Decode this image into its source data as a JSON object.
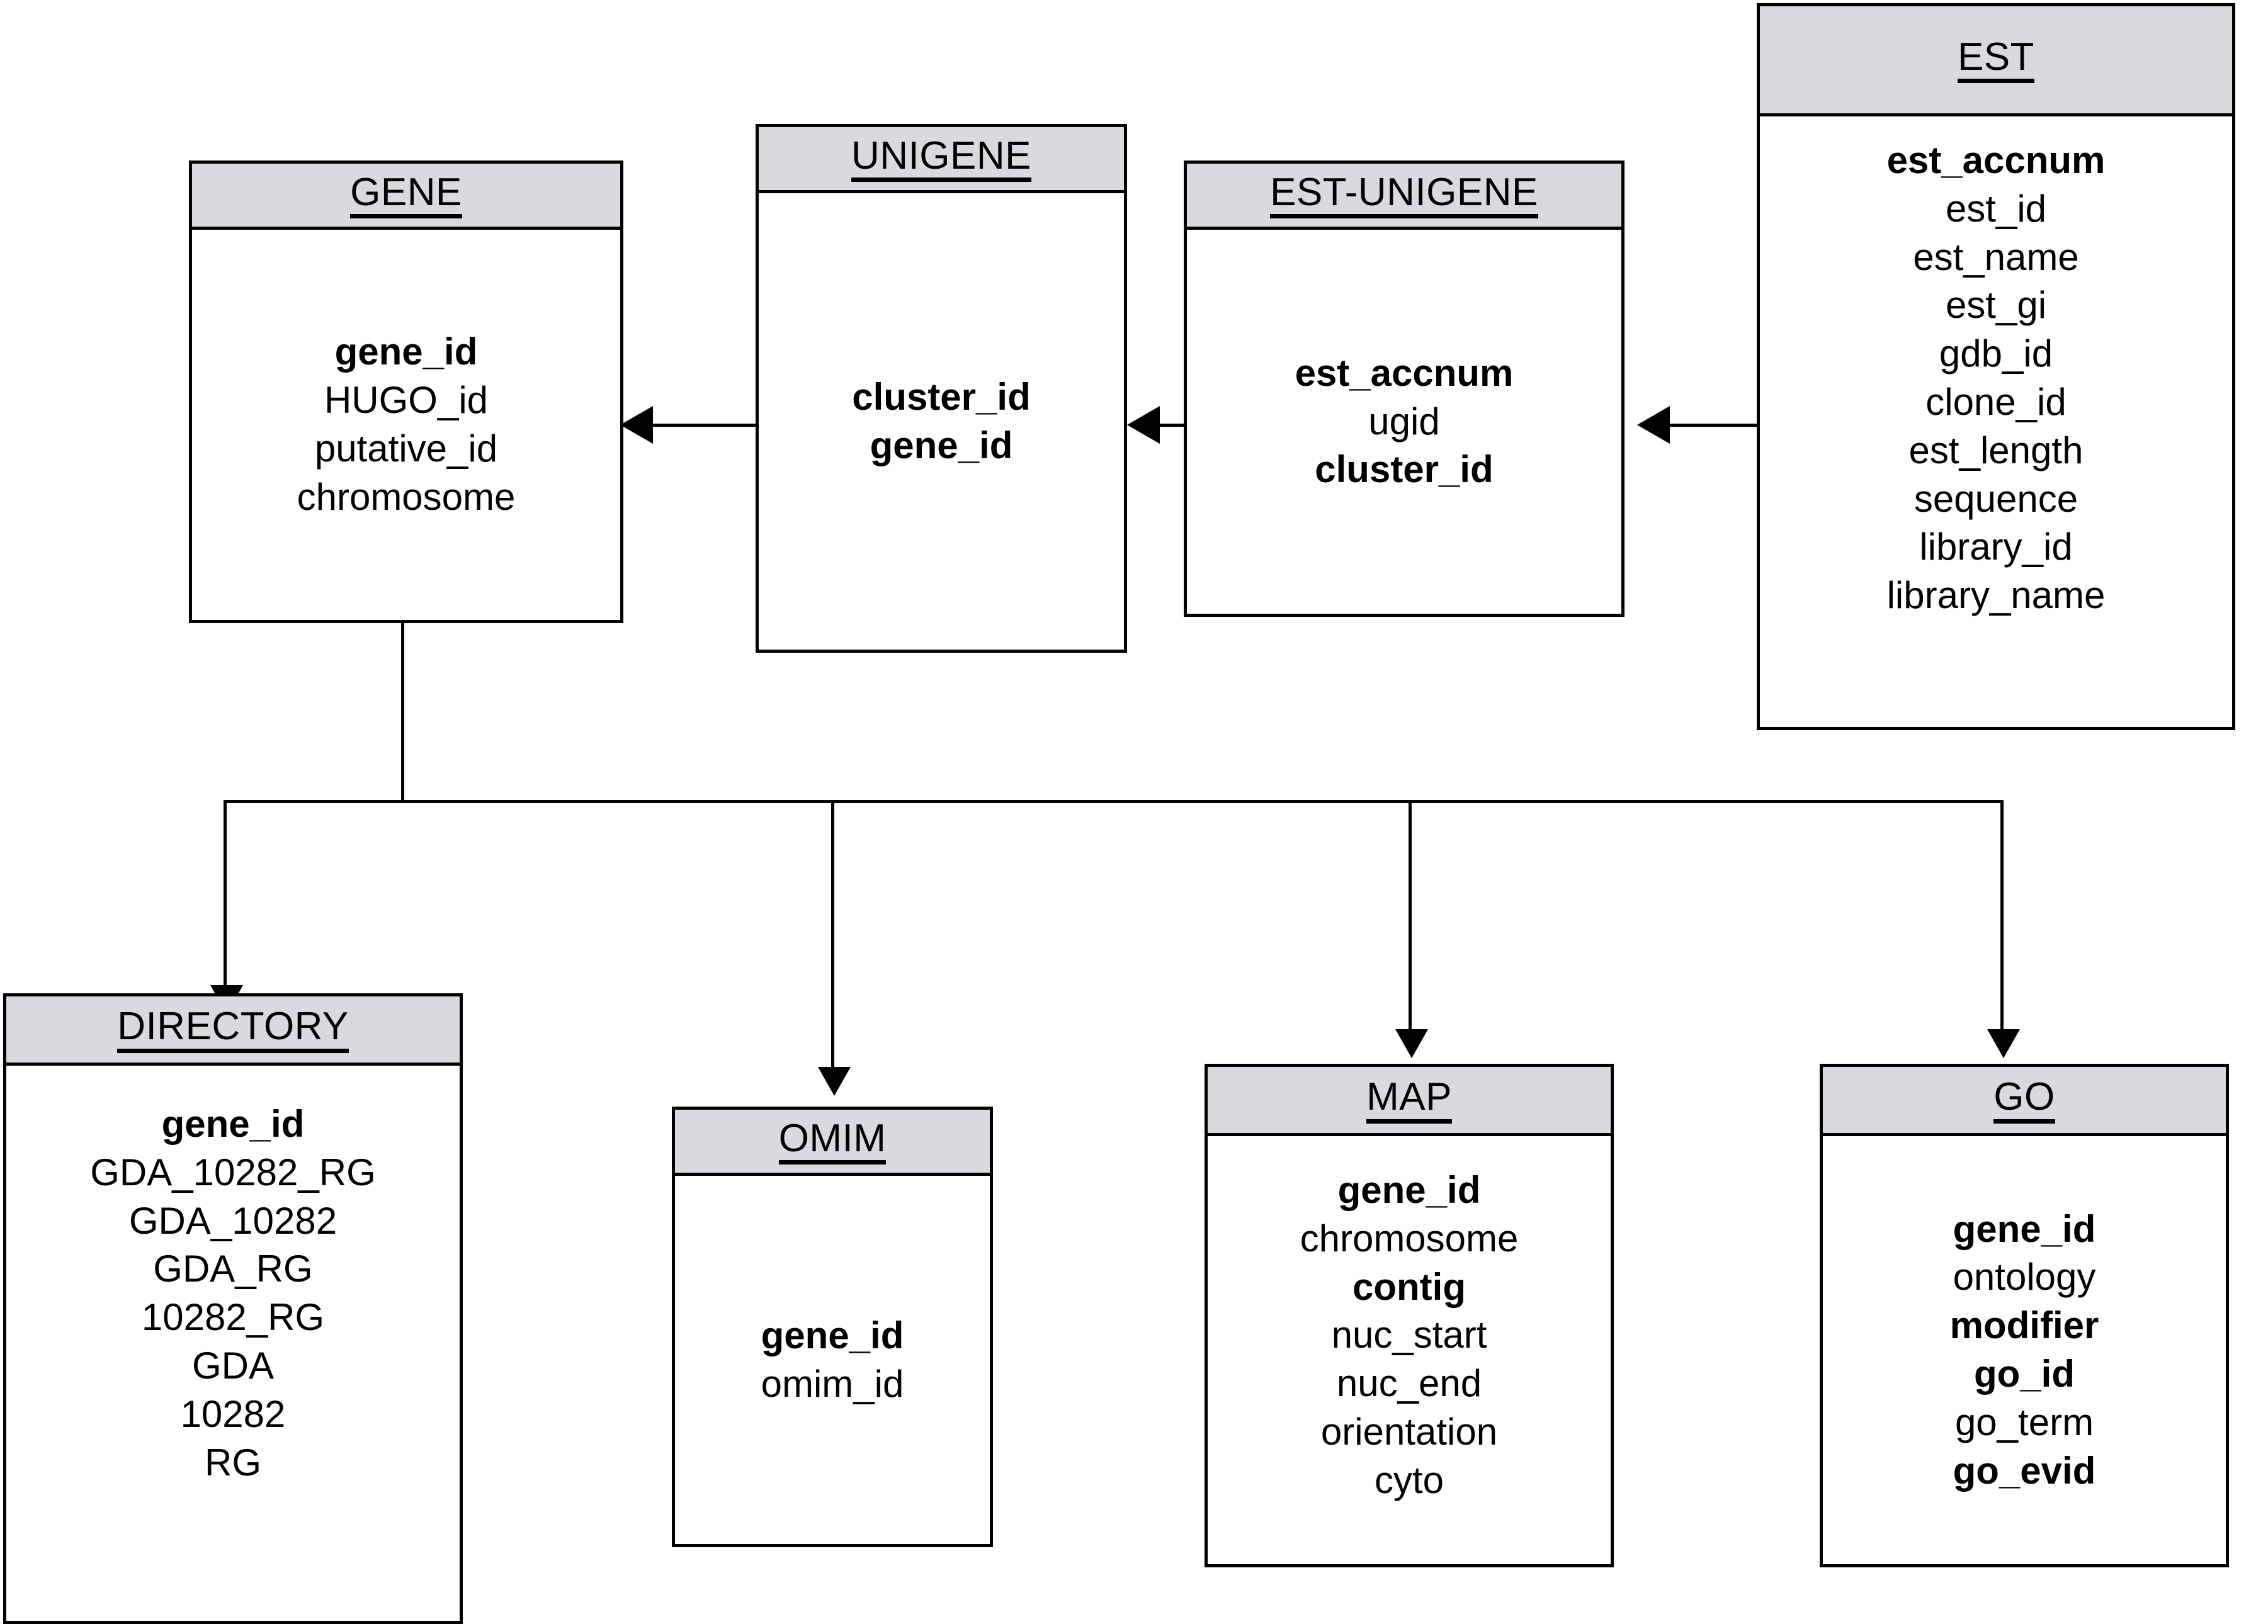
{
  "diagram": {
    "type": "entity-relationship-schema",
    "header_fill": "#d9dade",
    "line_color": "#000000",
    "background": "#ffffff"
  },
  "entities": {
    "gene": {
      "title": "GENE",
      "fields": [
        {
          "name": "gene_id",
          "key": true
        },
        {
          "name": "HUGO_id",
          "key": false
        },
        {
          "name": "putative_id",
          "key": false
        },
        {
          "name": "chromosome",
          "key": false
        }
      ]
    },
    "unigene": {
      "title": "UNIGENE",
      "fields": [
        {
          "name": "cluster_id",
          "key": true
        },
        {
          "name": "gene_id",
          "key": true
        }
      ]
    },
    "est_unigene": {
      "title": "EST-UNIGENE",
      "fields": [
        {
          "name": "est_accnum",
          "key": true
        },
        {
          "name": "ugid",
          "key": false
        },
        {
          "name": "cluster_id",
          "key": true
        }
      ]
    },
    "est": {
      "title": "EST",
      "fields": [
        {
          "name": "est_accnum",
          "key": true
        },
        {
          "name": "est_id",
          "key": false
        },
        {
          "name": "est_name",
          "key": false
        },
        {
          "name": "est_gi",
          "key": false
        },
        {
          "name": "gdb_id",
          "key": false
        },
        {
          "name": "clone_id",
          "key": false
        },
        {
          "name": "est_length",
          "key": false
        },
        {
          "name": "sequence",
          "key": false
        },
        {
          "name": "library_id",
          "key": false
        },
        {
          "name": "library_name",
          "key": false
        }
      ]
    },
    "directory": {
      "title": "DIRECTORY",
      "fields": [
        {
          "name": "gene_id",
          "key": true
        },
        {
          "name": "GDA_10282_RG",
          "key": false
        },
        {
          "name": "GDA_10282",
          "key": false
        },
        {
          "name": "GDA_RG",
          "key": false
        },
        {
          "name": "10282_RG",
          "key": false
        },
        {
          "name": "GDA",
          "key": false
        },
        {
          "name": "10282",
          "key": false
        },
        {
          "name": "RG",
          "key": false
        }
      ]
    },
    "omim": {
      "title": "OMIM",
      "fields": [
        {
          "name": "gene_id",
          "key": true
        },
        {
          "name": "omim_id",
          "key": false
        }
      ]
    },
    "map": {
      "title": "MAP",
      "fields": [
        {
          "name": "gene_id",
          "key": true
        },
        {
          "name": "chromosome",
          "key": false
        },
        {
          "name": "contig",
          "key": true
        },
        {
          "name": "nuc_start",
          "key": false
        },
        {
          "name": "nuc_end",
          "key": false
        },
        {
          "name": "orientation",
          "key": false
        },
        {
          "name": "cyto",
          "key": false
        }
      ]
    },
    "go": {
      "title": "GO",
      "fields": [
        {
          "name": "gene_id",
          "key": true
        },
        {
          "name": "ontology",
          "key": false
        },
        {
          "name": "modifier",
          "key": true
        },
        {
          "name": "go_id",
          "key": true
        },
        {
          "name": "go_term",
          "key": false
        },
        {
          "name": "go_evid",
          "key": true
        }
      ]
    }
  },
  "relationships": [
    {
      "from": "unigene",
      "to": "gene",
      "style": "arrow-left"
    },
    {
      "from": "est_unigene",
      "to": "unigene",
      "style": "arrow-left"
    },
    {
      "from": "est",
      "to": "est_unigene",
      "style": "arrow-left"
    },
    {
      "from": "gene",
      "to": "directory",
      "style": "arrow-down"
    },
    {
      "from": "gene",
      "to": "omim",
      "style": "arrow-down"
    },
    {
      "from": "gene",
      "to": "map",
      "style": "arrow-down"
    },
    {
      "from": "gene",
      "to": "go",
      "style": "arrow-down"
    }
  ]
}
